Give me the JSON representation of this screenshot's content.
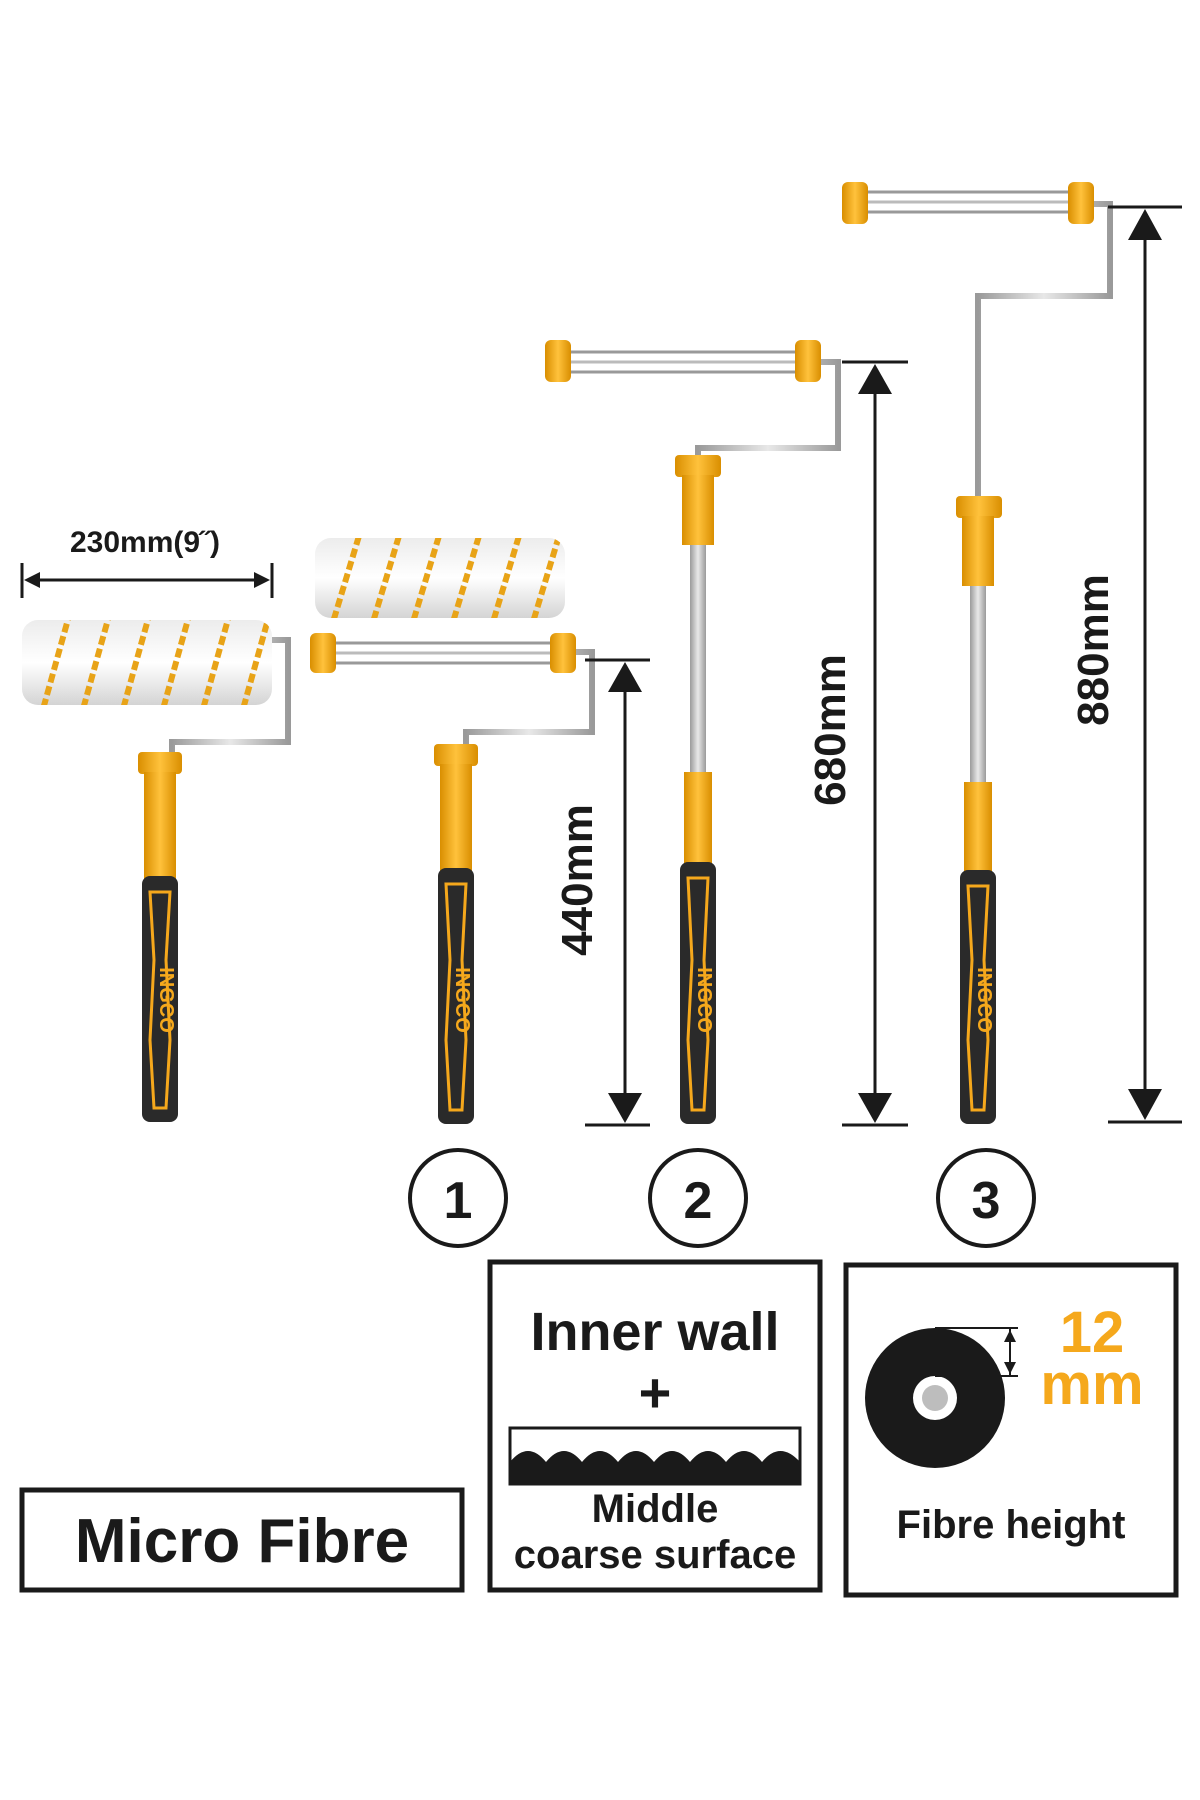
{
  "dimensions": {
    "width_label": "230mm(9˝)",
    "height_1": "440mm",
    "height_2": "680mm",
    "height_3": "880mm"
  },
  "variants": [
    "1",
    "2",
    "3"
  ],
  "brand": "INGCO",
  "features": {
    "material": "Micro Fibre",
    "surface_title": "Inner wall",
    "surface_plus": "+",
    "surface_line1": "Middle",
    "surface_line2": "coarse surface",
    "fibre_value": "12",
    "fibre_unit": "mm",
    "fibre_caption": "Fibre height"
  },
  "colors": {
    "accent": "#f5a81c",
    "handle_dark": "#2a2a2a",
    "metal": "#b8b8b8",
    "text": "#1a1a1a"
  }
}
